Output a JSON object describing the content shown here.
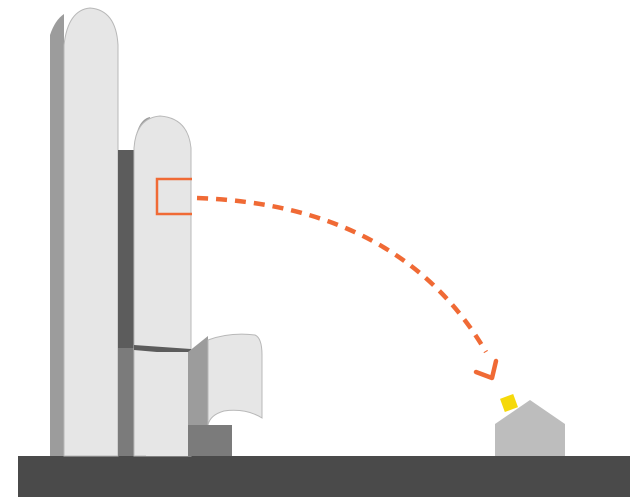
{
  "scene": {
    "colors": {
      "background": "#ffffff",
      "ground": "#4a4a4a",
      "building_front": "#e6e6e6",
      "building_side": "#9c9c9c",
      "building_shadow": "#5c5c5c",
      "building_dark": "#7b7b7b",
      "house": "#bdbdbd",
      "accent": "#f06a35",
      "highlight": "#f5d90a"
    },
    "elements": {
      "tall_tower": "tall-tower",
      "mid_tower": "mid-tower",
      "low_block": "low-block",
      "window": "highlighted-window",
      "trajectory": "curved-dashed-arrow",
      "house": "small-house",
      "chimney": "chimney-highlight"
    }
  }
}
